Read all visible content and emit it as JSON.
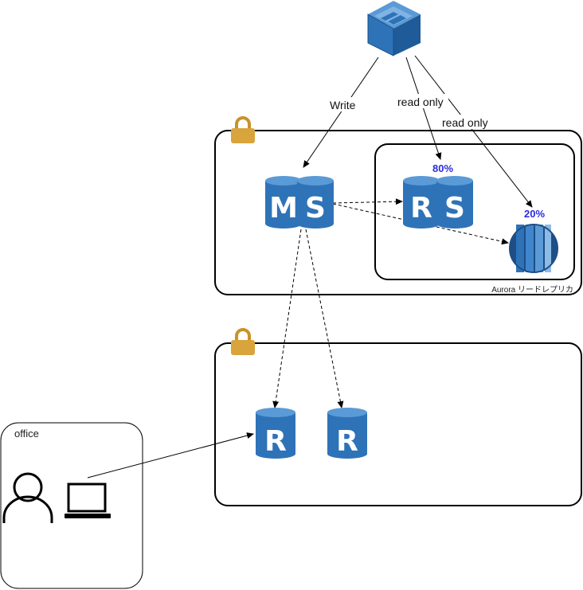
{
  "edges": {
    "write_label": "Write",
    "read_only_label_1": "read only",
    "read_only_label_2": "read only"
  },
  "nodes": {
    "master": {
      "letters": [
        "M",
        "S"
      ]
    },
    "replica_pair": {
      "letters": [
        "R",
        "S"
      ],
      "percent": "80%"
    },
    "aurora_replica": {
      "percent": "20%"
    },
    "replica_1": {
      "letter": "R"
    },
    "replica_2": {
      "letter": "R"
    }
  },
  "groups": {
    "aurora_group_label": "Aurora リードレプリカ",
    "office_label": "office"
  },
  "icons": [
    "ec2-cube-icon",
    "lock-icon",
    "database-icon",
    "aurora-icon",
    "user-icon",
    "laptop-icon"
  ],
  "colors": {
    "aws_blue": "#2e73b8",
    "aws_blue_dark": "#1f5b98",
    "lock_gold": "#d9a43b",
    "percent_blue": "#2b2bdf"
  }
}
